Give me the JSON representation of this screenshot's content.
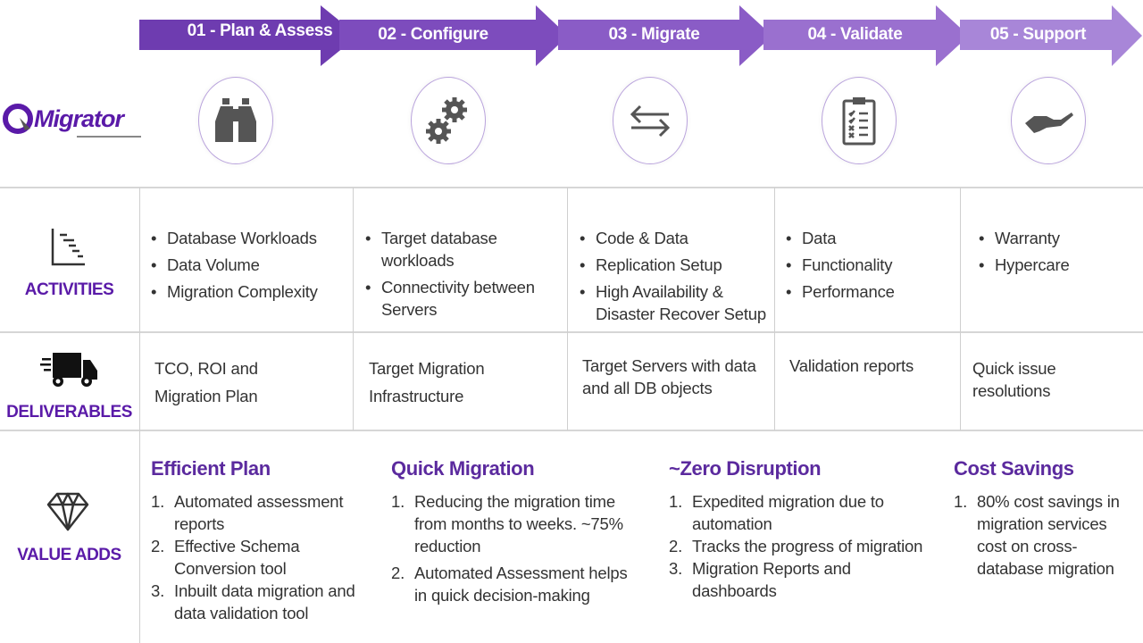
{
  "logo": {
    "text": "Migrator"
  },
  "phases": [
    {
      "label": "01 - Plan & Assess",
      "icon": "binoculars-icon"
    },
    {
      "label": "02 - Configure",
      "icon": "gears-icon"
    },
    {
      "label": "03 - Migrate",
      "icon": "exchange-arrows-icon"
    },
    {
      "label": "04 - Validate",
      "icon": "clipboard-checklist-icon"
    },
    {
      "label": "05 - Support",
      "icon": "hand-icon"
    }
  ],
  "colors": {
    "arrow": [
      "#6e3cb0",
      "#7d4cbd",
      "#8a5cc6",
      "#9a70cf",
      "#a886d8"
    ],
    "label": "#5a1aa8"
  },
  "rows": {
    "activities": {
      "label": "ACTIVITIES",
      "cells": [
        [
          "Database Workloads",
          "Data Volume",
          "Migration Complexity"
        ],
        [
          "Target database workloads",
          "Connectivity between Servers"
        ],
        [
          "Code & Data",
          "Replication Setup",
          "High Availability & Disaster Recover Setup"
        ],
        [
          "Data",
          "Functionality",
          "Performance"
        ],
        [
          "Warranty",
          "Hypercare"
        ]
      ]
    },
    "deliverables": {
      "label": "DELIVERABLES",
      "cells": [
        "TCO, ROI and Migration Plan",
        "Target Migration Infrastructure",
        "Target Servers with data and all DB objects",
        "Validation reports",
        "Quick issue resolutions"
      ]
    },
    "value_adds": {
      "label": "VALUE ADDS",
      "cells": [
        {
          "title": "Efficient Plan",
          "items": [
            "Automated assessment reports",
            "Effective Schema Conversion tool",
            "Inbuilt data migration and data validation tool"
          ]
        },
        {
          "title": "Quick Migration",
          "items": [
            "Reducing the migration time from months to weeks. ~75% reduction",
            "Automated Assessment helps in quick decision-making"
          ]
        },
        {
          "title": "~Zero Disruption",
          "items": [
            "Expedited migration due to automation",
            "Tracks the progress of migration",
            "Migration Reports and dashboards"
          ]
        },
        {
          "title": "Cost Savings",
          "items": [
            "80% cost savings in migration services cost on cross-database migration"
          ]
        }
      ]
    }
  }
}
